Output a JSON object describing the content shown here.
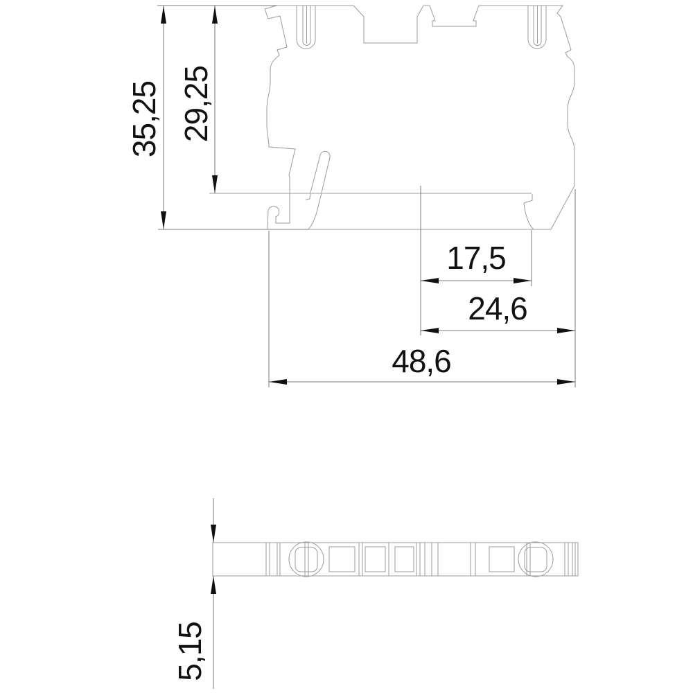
{
  "dimensions": {
    "overall_height": "35,25",
    "upper_height": "29,25",
    "width_small": "17,5",
    "width_medium": "24,6",
    "width_overall": "48,6",
    "thickness": "5,15"
  },
  "colors": {
    "background": "#ffffff",
    "geometry_line": "#9b9b9b",
    "dimension_line": "#7a7a7a",
    "dimension_text": "#111111",
    "arrowhead": "#111111"
  }
}
